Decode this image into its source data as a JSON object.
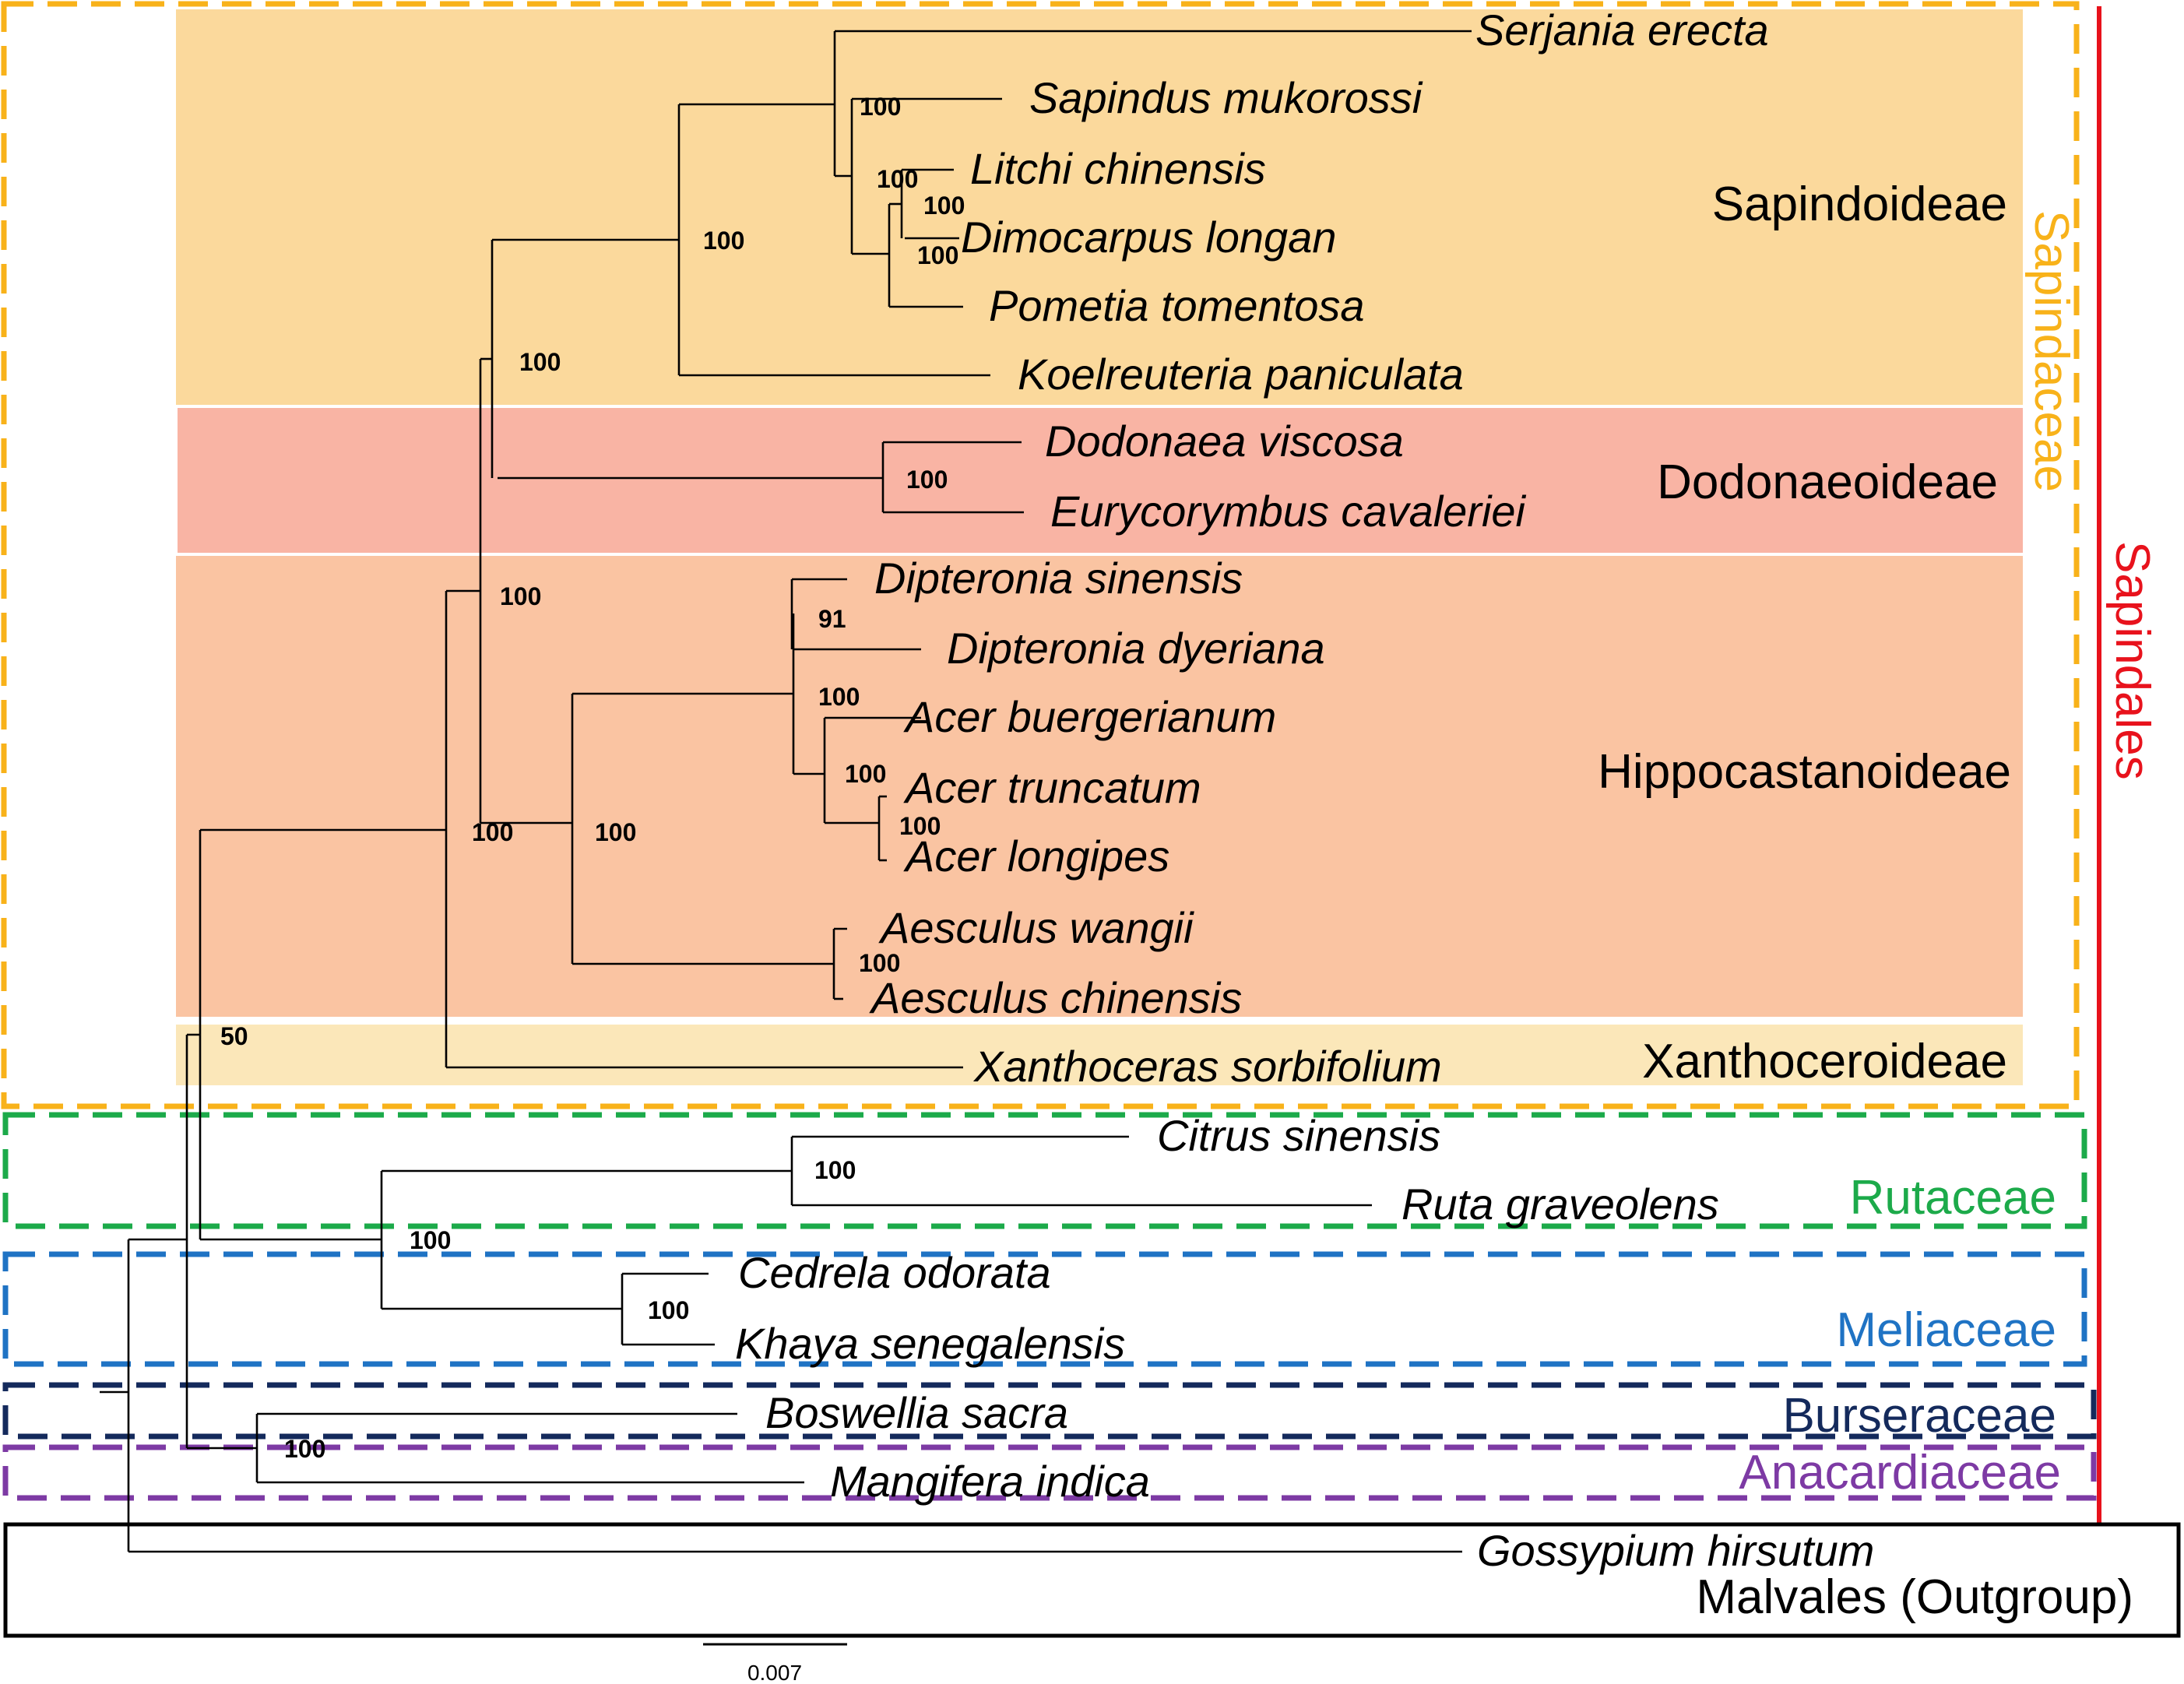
{
  "colors": {
    "sapindoideae_fill": "#fbd99c",
    "dodonaeoideae_fill": "#f9b4a4",
    "hippocastanoideae_fill": "#fac4a2",
    "xanthoceroideae_fill": "#fbe7b9",
    "sapindaceae_border": "#f8b21a",
    "rutaceae_border": "#1caa4a",
    "meliaceae_border": "#1f73c4",
    "burseraceae_border": "#142a5c",
    "anacardiaceae_border": "#7d3aa4",
    "sapindales_bar": "#e8121c",
    "outgroup_border": "#000000"
  },
  "taxa": [
    {
      "name": "Serjania erecta"
    },
    {
      "name": "Sapindus mukorossi"
    },
    {
      "name": "Litchi chinensis"
    },
    {
      "name": "Dimocarpus longan"
    },
    {
      "name": "Pometia tomentosa"
    },
    {
      "name": "Koelreuteria paniculata"
    },
    {
      "name": "Dodonaea viscosa"
    },
    {
      "name": "Eurycorymbus cavaleriei"
    },
    {
      "name": "Dipteronia sinensis"
    },
    {
      "name": "Dipteronia dyeriana"
    },
    {
      "name": "Acer buergerianum"
    },
    {
      "name": "Acer truncatum"
    },
    {
      "name": "Acer longipes"
    },
    {
      "name": "Aesculus wangii"
    },
    {
      "name": "Aesculus chinensis"
    },
    {
      "name": "Xanthoceras sorbifolium"
    },
    {
      "name": "Citrus sinensis"
    },
    {
      "name": "Ruta graveolens"
    },
    {
      "name": "Cedrela odorata"
    },
    {
      "name": "Khaya senegalensis"
    },
    {
      "name": "Boswellia sacra"
    },
    {
      "name": "Mangifera indica"
    },
    {
      "name": "Gossypium hirsutum"
    }
  ],
  "support_values": [
    {
      "value": "100"
    },
    {
      "value": "100"
    },
    {
      "value": "100"
    },
    {
      "value": "100"
    },
    {
      "value": "100"
    },
    {
      "value": "100"
    },
    {
      "value": "100"
    },
    {
      "value": "100"
    },
    {
      "value": "91"
    },
    {
      "value": "100"
    },
    {
      "value": "100"
    },
    {
      "value": "100"
    },
    {
      "value": "100"
    },
    {
      "value": "100"
    },
    {
      "value": "100"
    },
    {
      "value": "50"
    },
    {
      "value": "100"
    },
    {
      "value": "100"
    },
    {
      "value": "100"
    },
    {
      "value": "100"
    }
  ],
  "group_labels": {
    "sapindoideae": "Sapindoideae",
    "dodonaeoideae": "Dodonaeoideae",
    "hippocastanoideae": "Hippocastanoideae",
    "xanthoceroideae": "Xanthoceroideae",
    "sapindaceae": "Sapindaceae",
    "rutaceae": "Rutaceae",
    "meliaceae": "Meliaceae",
    "burseraceae": "Burseraceae",
    "anacardiaceae": "Anacardiaceae",
    "sapindales": "Sapindales",
    "outgroup": "Malvales (Outgroup)"
  },
  "scale_bar": {
    "label": "0.007"
  }
}
